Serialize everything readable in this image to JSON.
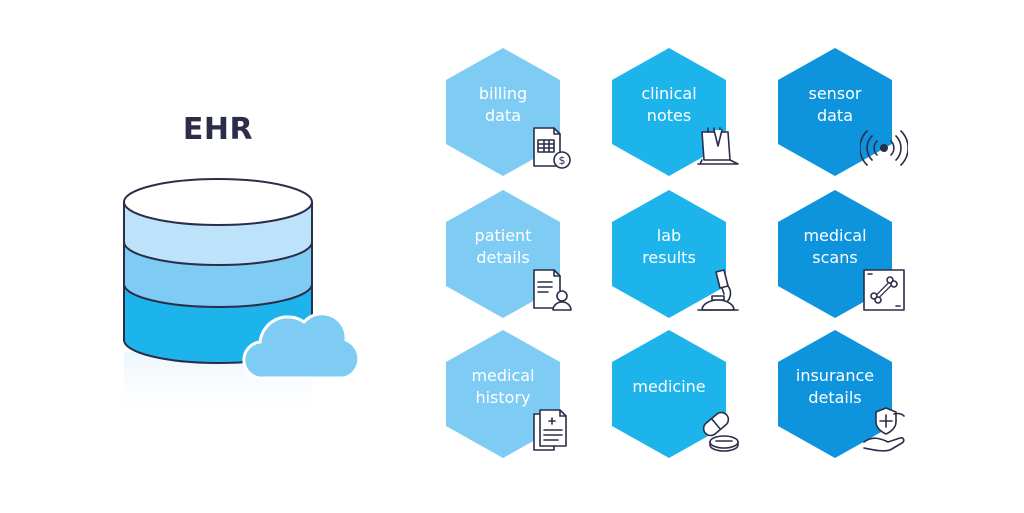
{
  "title": "EHR",
  "colors": {
    "light_blue": "#7ecbf4",
    "mid_blue": "#1db4ec",
    "dark_blue": "#0d94dc",
    "title_text": "#2b2d4a",
    "icon_stroke": "#2b2d4a"
  },
  "database": {
    "icon": "database-icon",
    "cloud_icon": "cloud-icon",
    "layer_colors": [
      "#ffffff",
      "#bde3fa",
      "#7ecbf4",
      "#1db4ec"
    ]
  },
  "categories": [
    {
      "label": "billing\ndata",
      "icon": "invoice-icon",
      "tone": "light"
    },
    {
      "label": "clinical\nnotes",
      "icon": "notebook-icon",
      "tone": "mid"
    },
    {
      "label": "sensor\ndata",
      "icon": "wireless-sensor-icon",
      "tone": "dark"
    },
    {
      "label": "patient\ndetails",
      "icon": "patient-record-icon",
      "tone": "light"
    },
    {
      "label": "lab\nresults",
      "icon": "microscope-icon",
      "tone": "mid"
    },
    {
      "label": "medical\nscans",
      "icon": "xray-bone-icon",
      "tone": "dark"
    },
    {
      "label": "medical\nhistory",
      "icon": "documents-icon",
      "tone": "light"
    },
    {
      "label": "medicine",
      "icon": "pills-icon",
      "tone": "mid"
    },
    {
      "label": "insurance\ndetails",
      "icon": "insurance-hand-icon",
      "tone": "dark"
    }
  ]
}
